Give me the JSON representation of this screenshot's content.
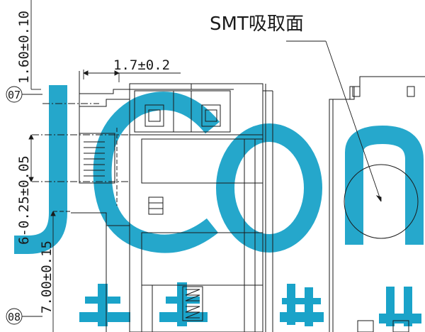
{
  "labels": {
    "smt_note": "SMT吸取面",
    "dim_top": "1.60±0.10",
    "dim_pin_offset": "1.7±0.2",
    "dim_pitch": "6-0.25±0.05",
    "dim_height": "7.00±0.15",
    "callout_07": "07",
    "callout_08": "08"
  },
  "watermark": {
    "text": "JCON 步步精科",
    "color": "#1aa3c9"
  },
  "colors": {
    "line": "#1a1a1a",
    "background": "#ffffff"
  }
}
